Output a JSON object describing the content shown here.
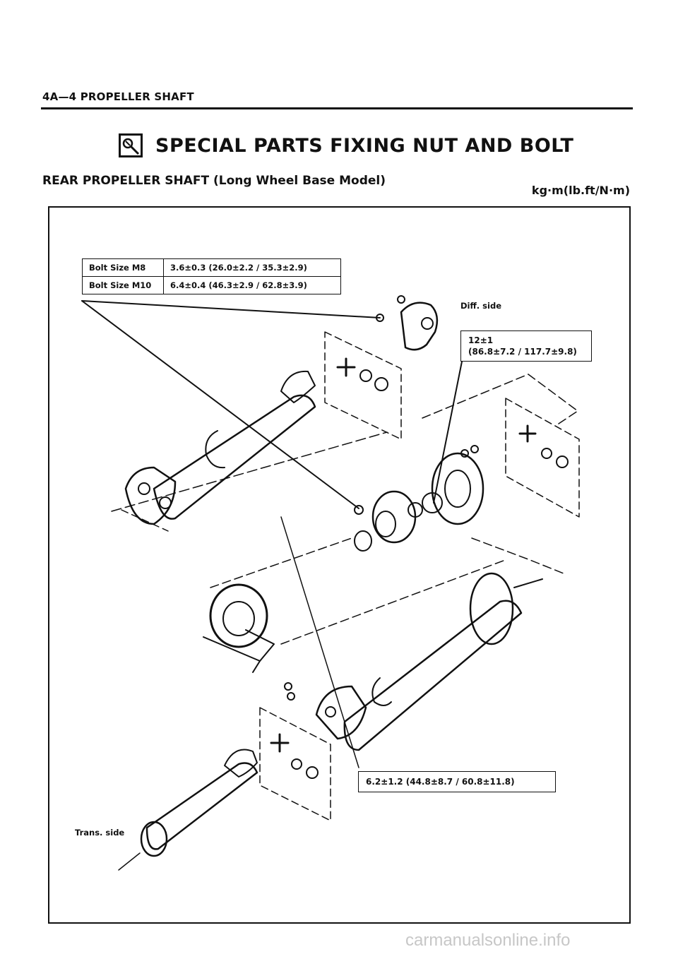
{
  "header": {
    "section": "4A—4 PROPELLER SHAFT"
  },
  "title": {
    "text": "SPECIAL PARTS FIXING NUT AND BOLT",
    "icon": "torque-wrench-icon"
  },
  "subtitle": "REAR PROPELLER SHAFT (Long Wheel Base Model)",
  "units": "kg·m(lb.ft/N·m)",
  "bolt_table": [
    {
      "size": "Bolt Size M8",
      "torque": "3.6±0.3 (26.0±2.2 / 35.3±2.9)"
    },
    {
      "size": "Bolt Size M10",
      "torque": "6.4±0.4 (46.3±2.9 / 62.8±3.9)"
    }
  ],
  "labels": {
    "diff_side": "Diff. side",
    "trans_side": "Trans. side"
  },
  "torques": {
    "flange_nut": {
      "line1": "12±1",
      "line2": "(86.8±7.2 / 117.7±9.8)"
    },
    "center_bearing": "6.2±1.2 (44.8±8.7 / 60.8±11.8)"
  },
  "watermark": "carmanualsonline.info"
}
